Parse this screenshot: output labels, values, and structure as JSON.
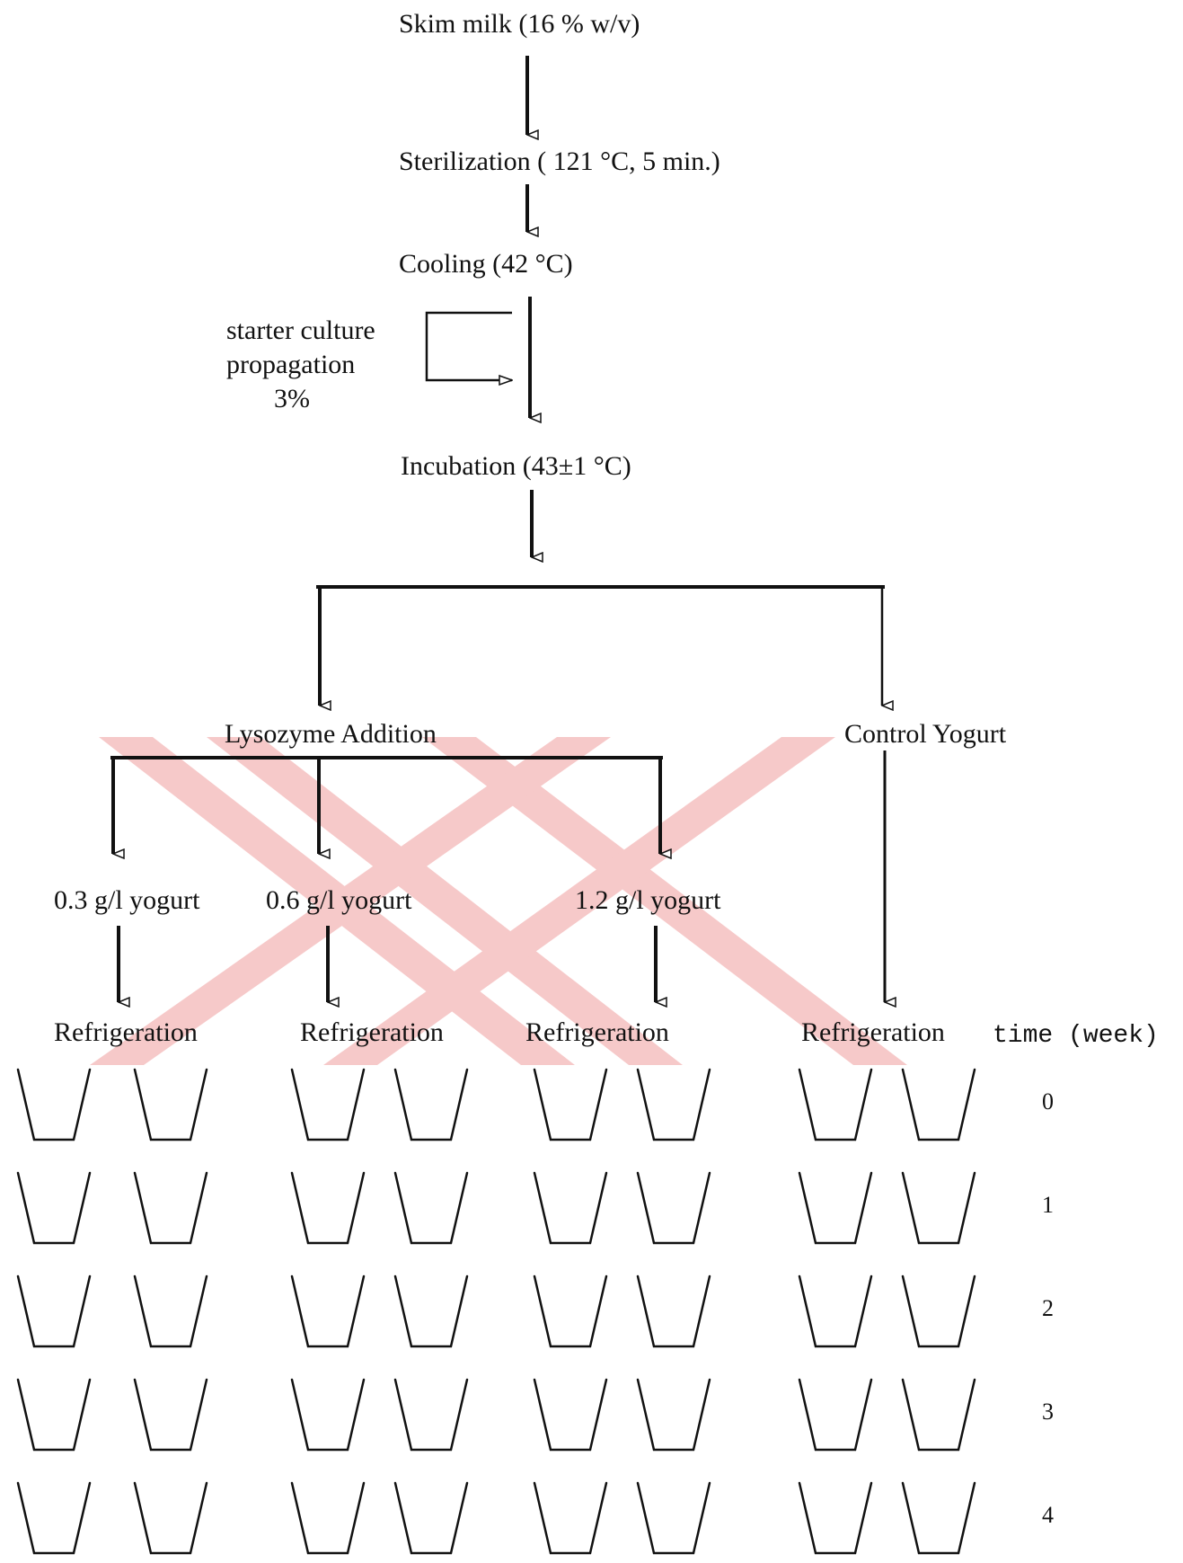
{
  "nodes": {
    "skim_milk": "Skim milk (16 % w/v)",
    "sterilization": "Sterilization ( 121 °C, 5 min.)",
    "cooling": "Cooling  (42 °C)",
    "starter_line1": "starter culture",
    "starter_line2": "propagation",
    "starter_line3": "3%",
    "incubation": "Incubation (43±1 °C)",
    "lysozyme": "Lysozyme Addition",
    "control": "Control Yogurt",
    "dose_03": "0.3 g/l yogurt",
    "dose_06": "0.6 g/l  yogurt",
    "dose_12": "1.2 g/l  yogurt",
    "refrigeration": "Refrigeration"
  },
  "time_axis": {
    "label": "time (week)",
    "weeks": [
      "0",
      "1",
      "2",
      "3",
      "4"
    ]
  },
  "watermark_color": "#f6c4c4",
  "ink_color": "#111111"
}
